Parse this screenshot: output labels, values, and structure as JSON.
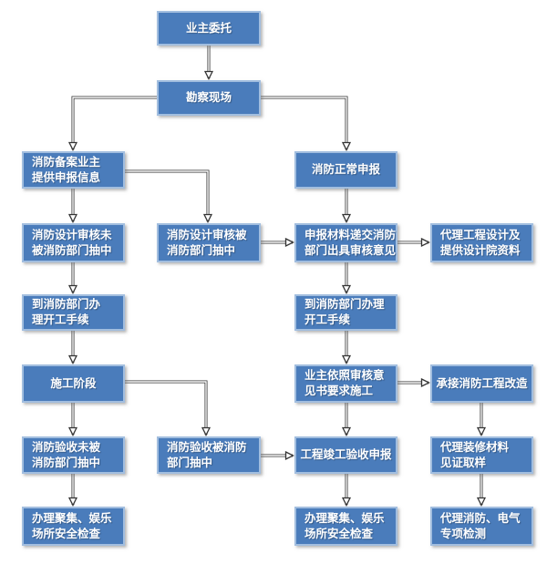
{
  "diagram": {
    "colors": {
      "node_fill": "#4a7cbb",
      "node_border": "#a2bedf",
      "node_text": "#ffffff",
      "connector": "#333333"
    },
    "nodes": {
      "n1": {
        "label": "业主委托"
      },
      "n2": {
        "label": "勘察现场"
      },
      "n3": {
        "label": "消防备案业主\n提供申报信息"
      },
      "n4": {
        "label": "消防正常申报"
      },
      "n5": {
        "label": "消防设计审核未\n被消防部门抽中"
      },
      "n6": {
        "label": "消防设计审核被\n消防部门抽中"
      },
      "n7": {
        "label": "申报材料递交消防\n部门出具审核意见"
      },
      "n8": {
        "label": "代理工程设计及\n提供设计院资料"
      },
      "n9": {
        "label": "到消防部门办\n理开工手续"
      },
      "n10": {
        "label": "到消防部门办理\n开工手续"
      },
      "n11": {
        "label": "施工阶段"
      },
      "n12": {
        "label": "业主依照审核意\n见书要求施工"
      },
      "n13": {
        "label": "承接消防工程改造"
      },
      "n14": {
        "label": "消防验收未被\n消防部门抽中"
      },
      "n15": {
        "label": "消防验收被消防\n部门抽中"
      },
      "n16": {
        "label": "工程竣工验收申报"
      },
      "n17": {
        "label": "代理装修材料\n见证取样"
      },
      "n18": {
        "label": "办理聚集、娱乐\n场所安全检查"
      },
      "n19": {
        "label": "办理聚集、娱乐\n场所安全检查"
      },
      "n20": {
        "label": "代理消防、电气\n专项检测"
      }
    },
    "edges": [
      {
        "from": "n1",
        "to": "n2"
      },
      {
        "from": "n2",
        "to": "n3"
      },
      {
        "from": "n2",
        "to": "n4"
      },
      {
        "from": "n3",
        "to": "n5"
      },
      {
        "from": "n3",
        "to": "n6"
      },
      {
        "from": "n4",
        "to": "n7"
      },
      {
        "from": "n6",
        "to": "n7"
      },
      {
        "from": "n7",
        "to": "n8"
      },
      {
        "from": "n5",
        "to": "n9"
      },
      {
        "from": "n7",
        "to": "n10"
      },
      {
        "from": "n9",
        "to": "n11"
      },
      {
        "from": "n10",
        "to": "n12"
      },
      {
        "from": "n11",
        "to": "n14"
      },
      {
        "from": "n11",
        "to": "n15"
      },
      {
        "from": "n12",
        "to": "n13"
      },
      {
        "from": "n12",
        "to": "n16"
      },
      {
        "from": "n13",
        "to": "n17"
      },
      {
        "from": "n14",
        "to": "n18"
      },
      {
        "from": "n15",
        "to": "n16"
      },
      {
        "from": "n16",
        "to": "n19"
      },
      {
        "from": "n17",
        "to": "n20"
      }
    ]
  }
}
